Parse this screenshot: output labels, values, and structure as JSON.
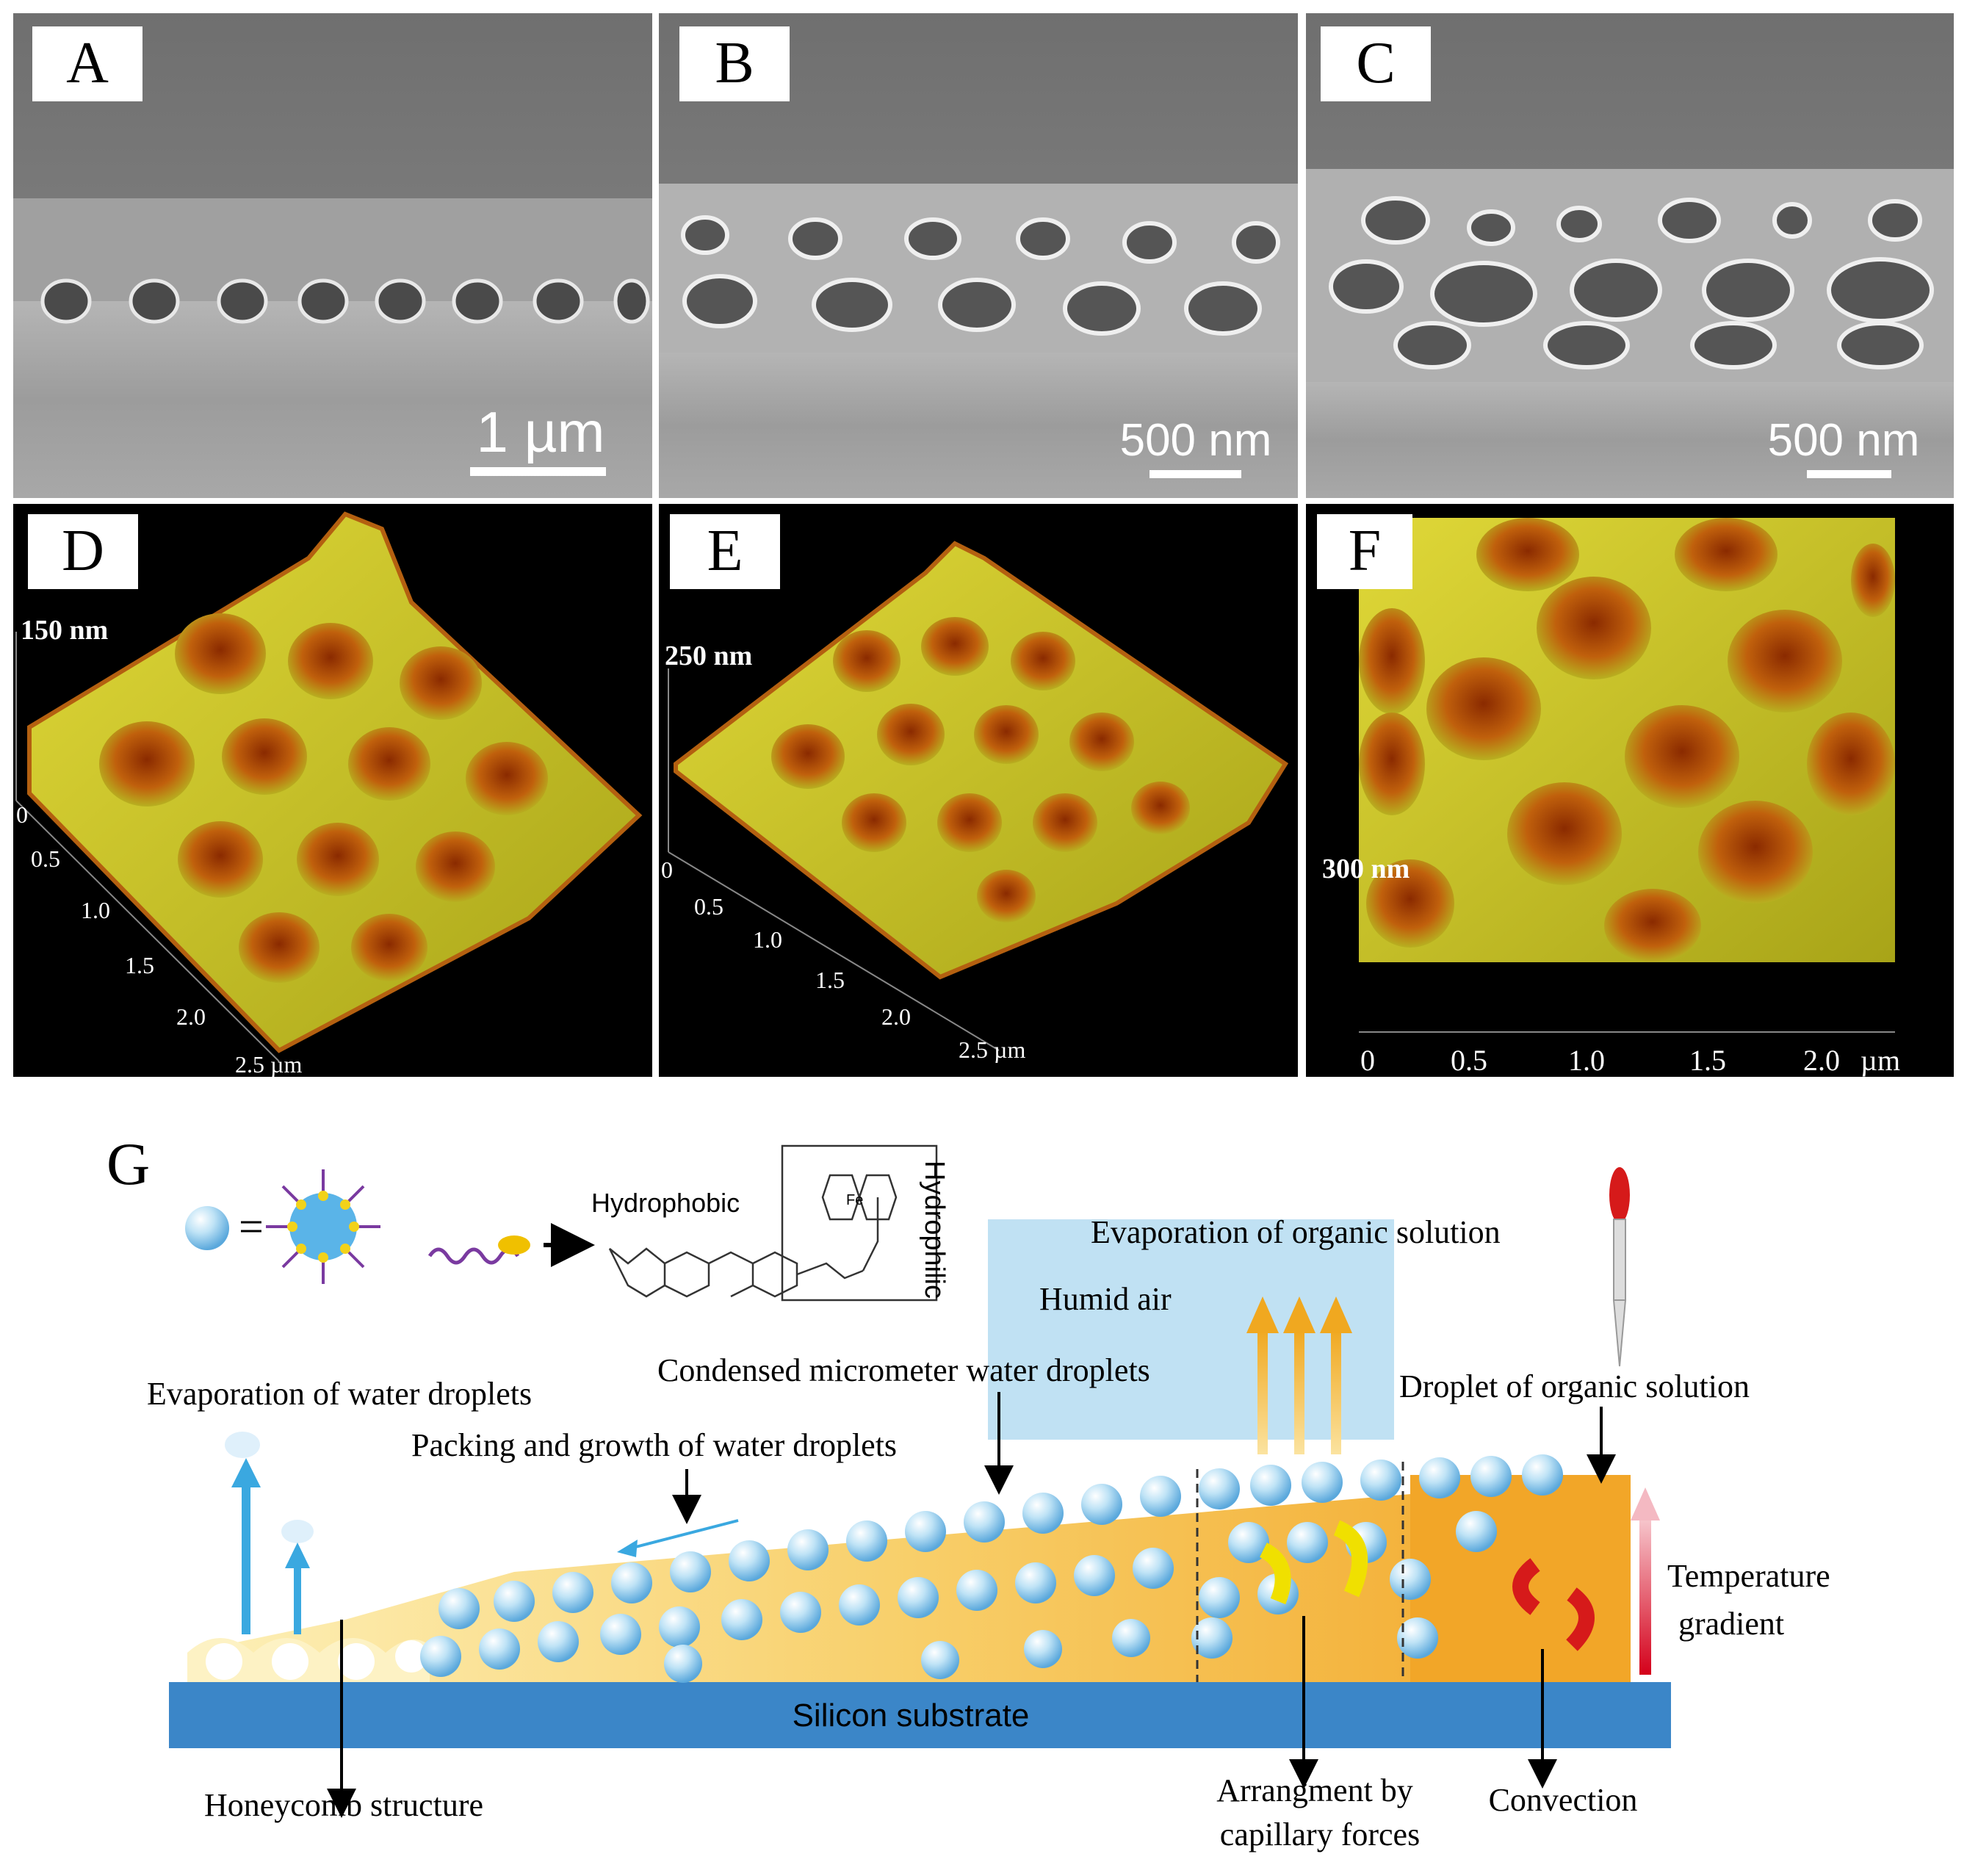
{
  "panels": {
    "A": {
      "letter": "A",
      "scale_bar": "1 µm"
    },
    "B": {
      "letter": "B",
      "scale_bar": "500 nm"
    },
    "C": {
      "letter": "C",
      "scale_bar": "500 nm"
    },
    "D": {
      "letter": "D",
      "z_label": "150 nm",
      "ticks": [
        "0",
        "0.5",
        "1.0",
        "1.5",
        "2.0",
        "2.5 µm"
      ]
    },
    "E": {
      "letter": "E",
      "z_label": "250 nm",
      "ticks": [
        "0",
        "0.5",
        "1.0",
        "1.5",
        "2.0",
        "2.5 µm"
      ]
    },
    "F": {
      "letter": "F",
      "z_label": "300 nm",
      "ticks": [
        "0",
        "0.5",
        "1.0",
        "1.5",
        "2.0",
        "µm"
      ]
    }
  },
  "schematic": {
    "letter": "G",
    "equals": "=",
    "hydrophobic": "Hydrophobic",
    "hydrophilic": "Hydrophilic",
    "fe": "Fe",
    "evap_organic": "Evaporation of  organic solution",
    "humid_air": "Humid air",
    "condensed": "Condensed  micrometer water droplets",
    "evap_water": "Evaporation of water droplets",
    "packing": "Packing and growth of  water droplets",
    "droplet_organic": "Droplet of organic solution",
    "temperature_1": "Temperature",
    "temperature_2": "gradient",
    "substrate": "Silicon substrate",
    "honeycomb": "Honeycomb structure",
    "arrangement_1": "Arrangment by",
    "arrangement_2": "capillary forces",
    "convection": "Convection"
  },
  "colors": {
    "sem_gray": "#8f8f8f",
    "afm_yellow": "#c8c820",
    "afm_orange": "#c06010",
    "substrate_blue": "#3b86c8",
    "solution_orange": "#f4b42a",
    "droplet_blue": "#9ad0f0",
    "humid_air_blue": "#b9def2"
  }
}
